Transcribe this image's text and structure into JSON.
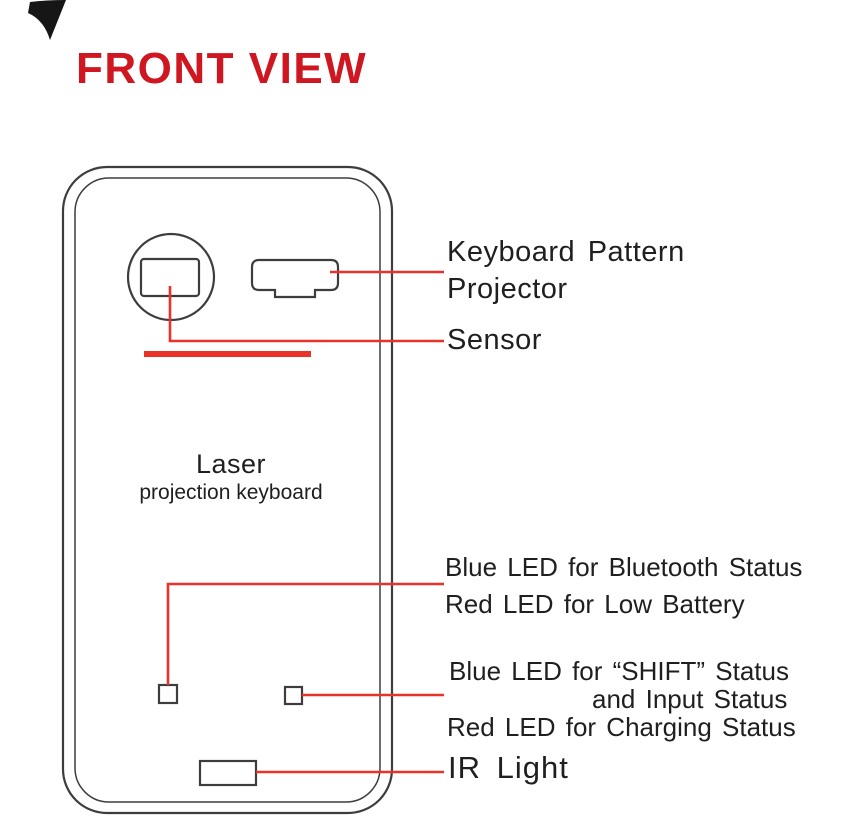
{
  "colors": {
    "title_red": "#cf1721",
    "leader_red": "#e8322a",
    "outline": "#3d3d3d",
    "text": "#1f1f1f"
  },
  "title": "FRONT VIEW",
  "device": {
    "label_line1": "Laser",
    "label_line2": "projection keyboard"
  },
  "annotations": {
    "projector": {
      "line1": "Keyboard Pattern",
      "line2": "Projector"
    },
    "sensor": {
      "label": "Sensor"
    },
    "led_top": {
      "line1": "Blue LED for Bluetooth Status",
      "line2": "Red LED for Low Battery"
    },
    "led_bottom": {
      "line1": "Blue LED for “SHIFT” Status",
      "line2": "and Input Status",
      "line3": "Red LED for Charging Status"
    },
    "ir_light": {
      "label": "IR Light"
    }
  }
}
